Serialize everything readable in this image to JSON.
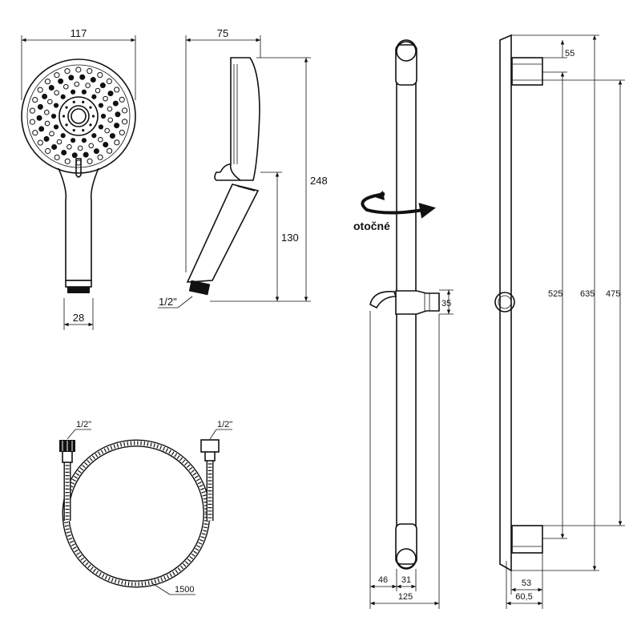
{
  "dimensions": {
    "head_width": "117",
    "handle_width": "28",
    "side_depth": "75",
    "side_length": "248",
    "side_handle": "130",
    "side_thread": "1/2\"",
    "holder_height": "35",
    "bar_offset_a": "46",
    "bar_offset_b": "31",
    "bar_total_width": "125",
    "bracket_height": "55",
    "inner_length": "525",
    "total_length": "635",
    "mount_spacing": "475",
    "wall_depth": "53",
    "total_depth": "60,5",
    "hose_thread_left": "1/2\"",
    "hose_thread_right": "1/2\"",
    "hose_length": "1500"
  },
  "labels": {
    "rotating": "otočné"
  },
  "colors": {
    "line": "#111111",
    "background": "#ffffff"
  }
}
